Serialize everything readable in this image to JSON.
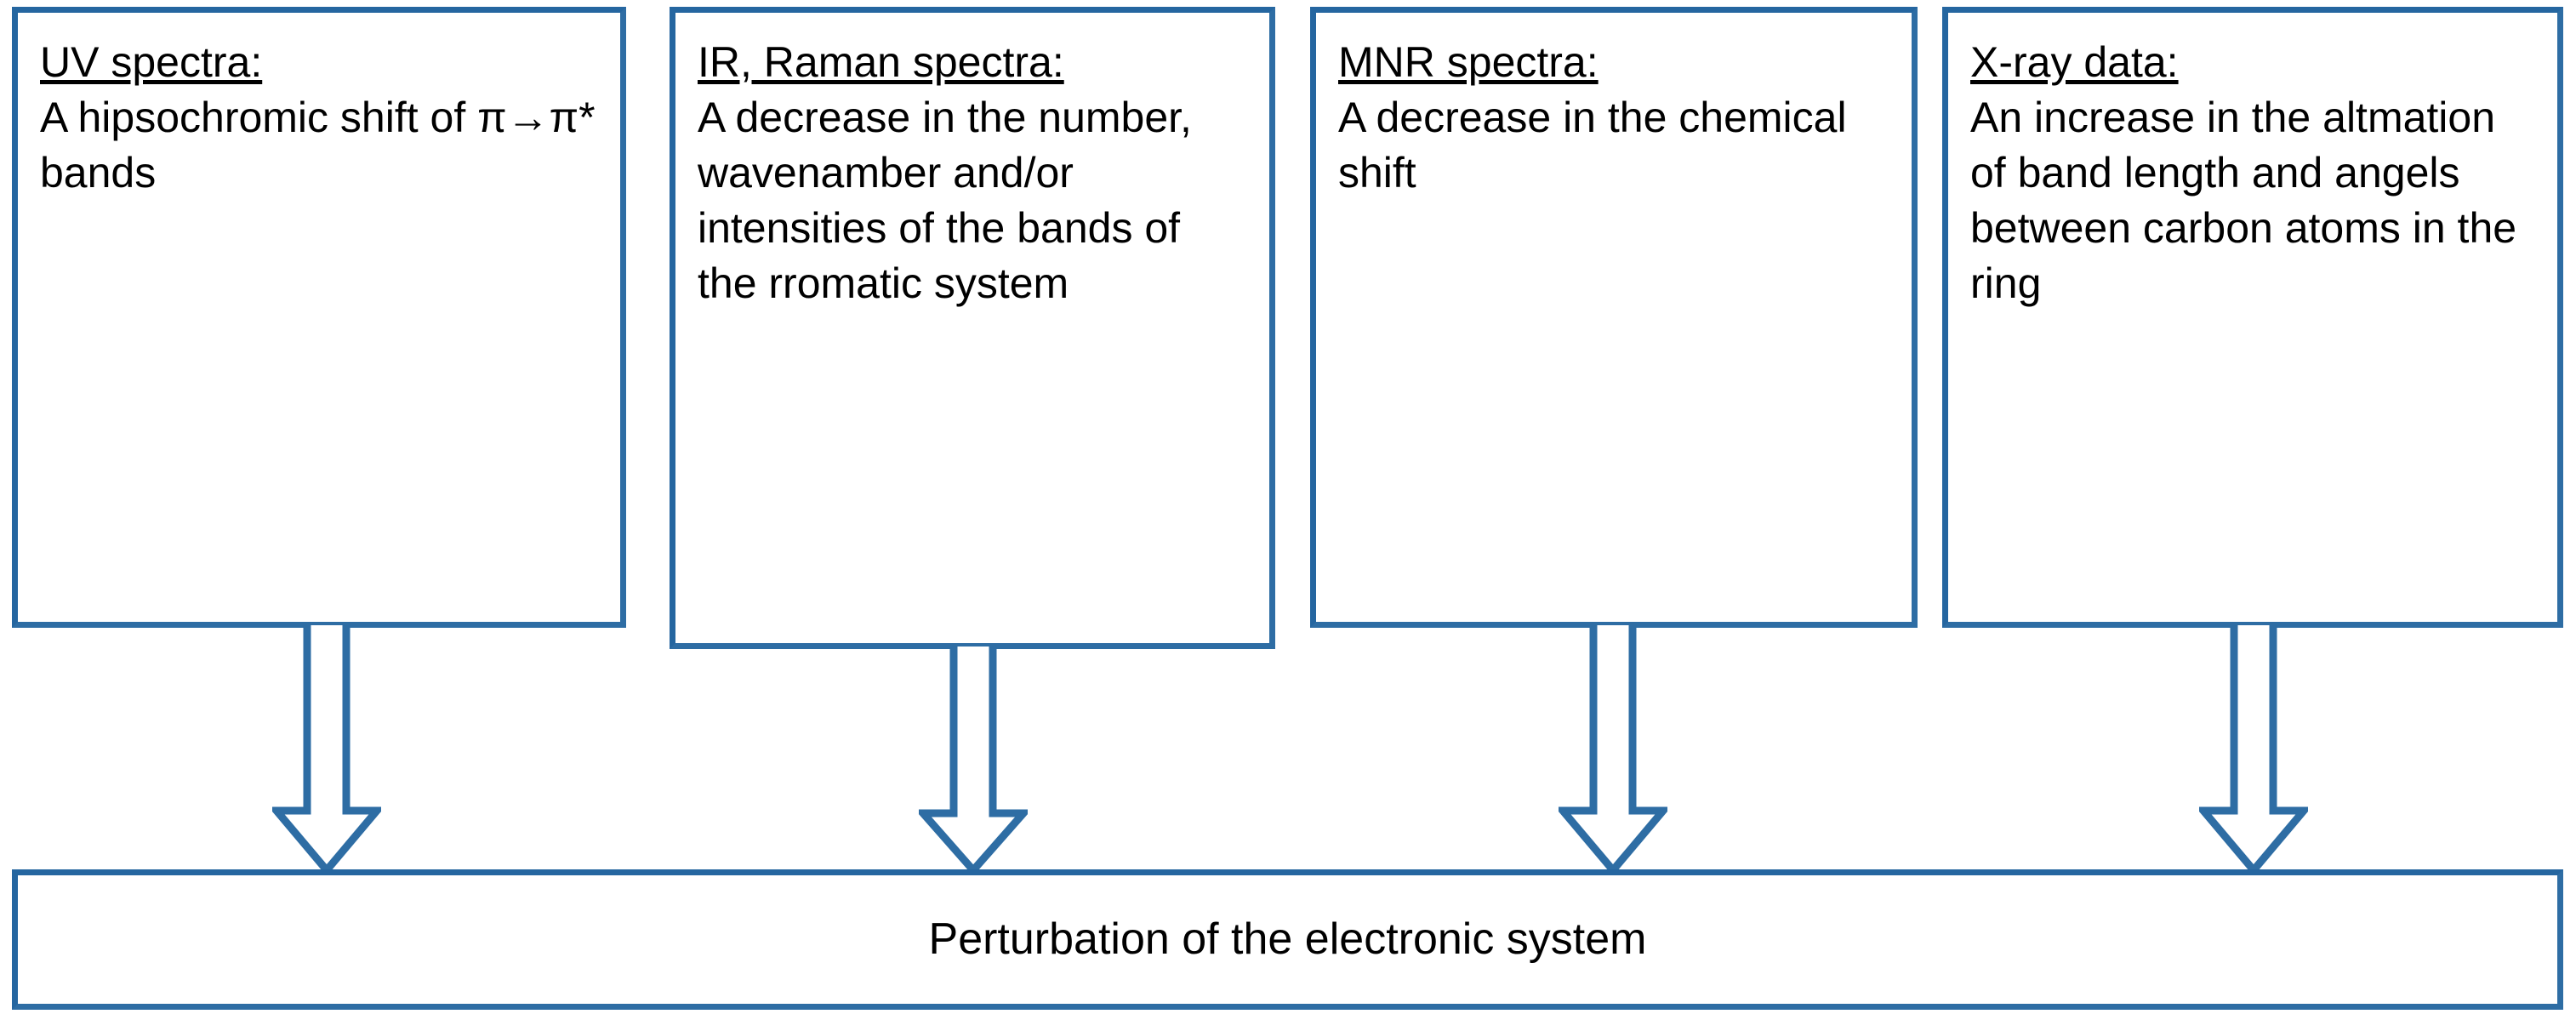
{
  "diagram": {
    "type": "flowchart",
    "direction": "top-down-converging",
    "accent_color": "#2E6DA4",
    "background_color": "#FFFFFF",
    "text_color": "#000000",
    "boxes": [
      {
        "id": "uv-spectra",
        "title": "UV spectra:",
        "body": "A hipsochromic shift of π→π* bands"
      },
      {
        "id": "ir-raman-spectra",
        "title": "IR, Raman spectra:",
        "body": "A decrease in the number, wavenamber and/or intensities of the bands of the rromatic system"
      },
      {
        "id": "mnr-spectra",
        "title": "MNR spectra:",
        "body": "A decrease in the chemical shift"
      },
      {
        "id": "x-ray-data",
        "title": "X-ray data:",
        "body": "An increase in the altmation of band length and angels between carbon atoms in the ring"
      }
    ],
    "arrows": [
      {
        "id": "arrow-uv",
        "icon": "down-block-arrow-icon",
        "from": "uv-spectra",
        "to": "result"
      },
      {
        "id": "arrow-ir-raman",
        "icon": "down-block-arrow-icon",
        "from": "ir-raman-spectra",
        "to": "result"
      },
      {
        "id": "arrow-mnr",
        "icon": "down-block-arrow-icon",
        "from": "mnr-spectra",
        "to": "result"
      },
      {
        "id": "arrow-xray",
        "icon": "down-block-arrow-icon",
        "from": "x-ray-data",
        "to": "result"
      }
    ],
    "result": {
      "id": "result",
      "text": "Perturbation of the electronic system"
    }
  }
}
